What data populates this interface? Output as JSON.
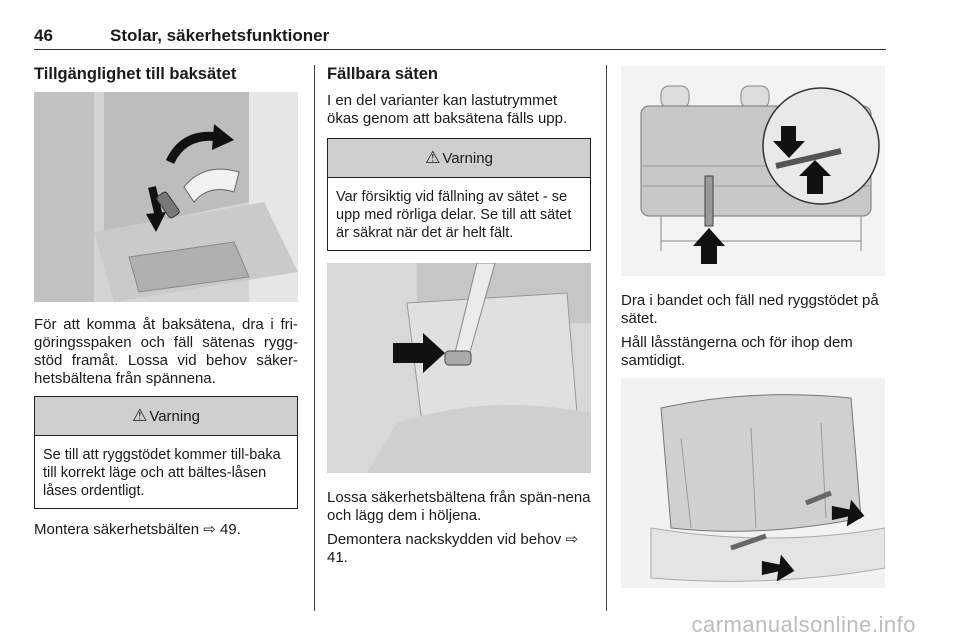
{
  "header": {
    "page_number": "46",
    "section_title": "Stolar, säkerhetsfunktioner"
  },
  "col1": {
    "heading": "Tillgänglighet till baksätet",
    "paragraph": "För att komma åt baksätena, dra i fri-göringsspaken och fäll sätenas rygg-stöd framåt. Lossa vid behov säker-hetsbältena från spännena.",
    "warning_title": "Varning",
    "warning_text": "Se till att ryggstödet kommer till-baka till korrekt läge och att bältes-låsen låses ordentligt.",
    "footer_text": "Montera säkerhetsbälten ",
    "footer_ref_icon": "arrow-reference-icon",
    "footer_ref": "49."
  },
  "col2": {
    "heading": "Fällbara säten",
    "intro": "I en del varianter kan lastutrymmet ökas genom att baksätena fälls upp.",
    "warning_title": "Varning",
    "warning_text": "Var försiktig vid fällning av sätet - se upp med rörliga delar. Se till att sätet är säkrat när det är helt fält.",
    "para1": "Lossa säkerhetsbältena från spän-nena och lägg dem i höljena.",
    "para2_text": "Demontera nackskydden vid behov ",
    "para2_ref_icon": "arrow-reference-icon",
    "para2_ref": "41."
  },
  "col3": {
    "para1": "Dra i bandet och fäll ned ryggstödet på sätet.",
    "para2": "Håll låsstängerna och för ihop dem samtidigt."
  },
  "watermark": "carmanualsonline.info"
}
